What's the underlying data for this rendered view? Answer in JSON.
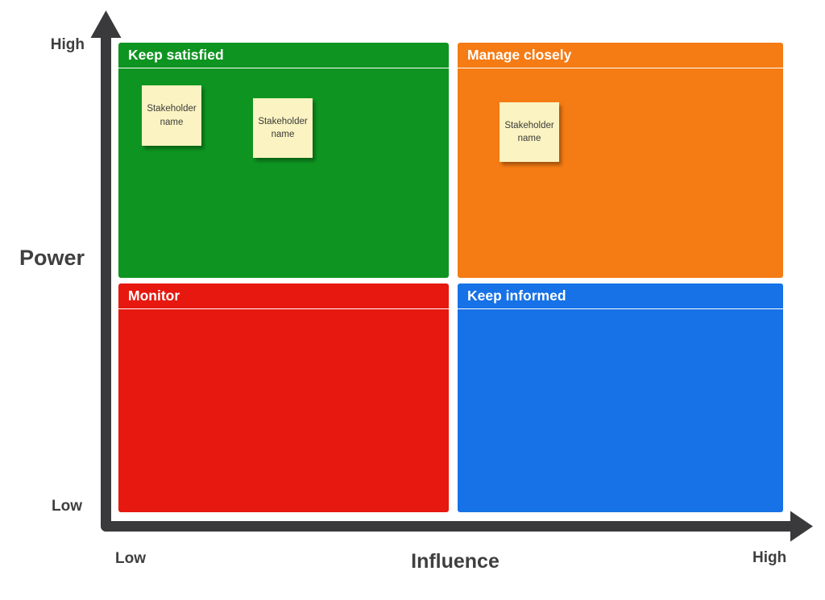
{
  "quadrants": [
    {
      "key": "keep-satisfied",
      "label": "Keep satisfied",
      "color": "#0E9420",
      "position": "top-left"
    },
    {
      "key": "manage-closely",
      "label": "Manage closely",
      "color": "#F57B14",
      "position": "top-right"
    },
    {
      "key": "monitor",
      "label": "Monitor",
      "color": "#E6180F",
      "position": "bottom-left"
    },
    {
      "key": "keep-informed",
      "label": "Keep informed",
      "color": "#1672E6",
      "position": "bottom-right"
    }
  ],
  "notes": [
    {
      "text": "Stakeholder name",
      "quadrant": "keep-satisfied"
    },
    {
      "text": "Stakeholder name",
      "quadrant": "keep-satisfied"
    },
    {
      "text": "Stakeholder name",
      "quadrant": "manage-closely"
    }
  ],
  "note_color": "#FBF3C1",
  "axes": {
    "color": "#3A3A3C",
    "y": {
      "label": "Power",
      "top": "High",
      "bottom": "Low"
    },
    "x": {
      "label": "Influence",
      "left": "Low",
      "right": "High"
    }
  },
  "text_color": "#3F3F3F"
}
